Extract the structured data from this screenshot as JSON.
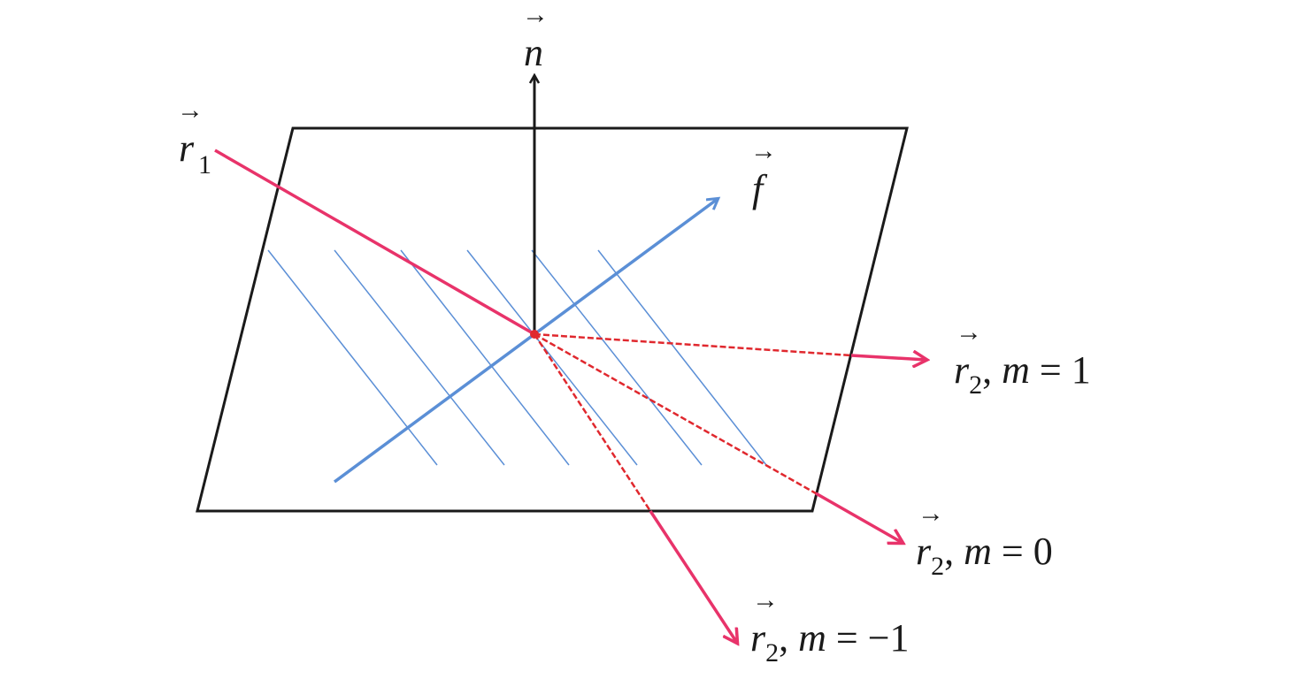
{
  "labels": {
    "normal": "n",
    "incident": "r",
    "incident_sub": "1",
    "grating_vector": "f",
    "diffracted": "r",
    "diffracted_sub": "2",
    "order_prefix": ", ",
    "order_var": "m",
    "order_eq": " = ",
    "orders": [
      "1",
      "0",
      "−1"
    ],
    "vector_arrow": "→"
  },
  "colors": {
    "frame": "#1a1a1a",
    "grating": "#5b8fd6",
    "ray": "#e8336a",
    "ray_dashed": "#e0282e"
  }
}
